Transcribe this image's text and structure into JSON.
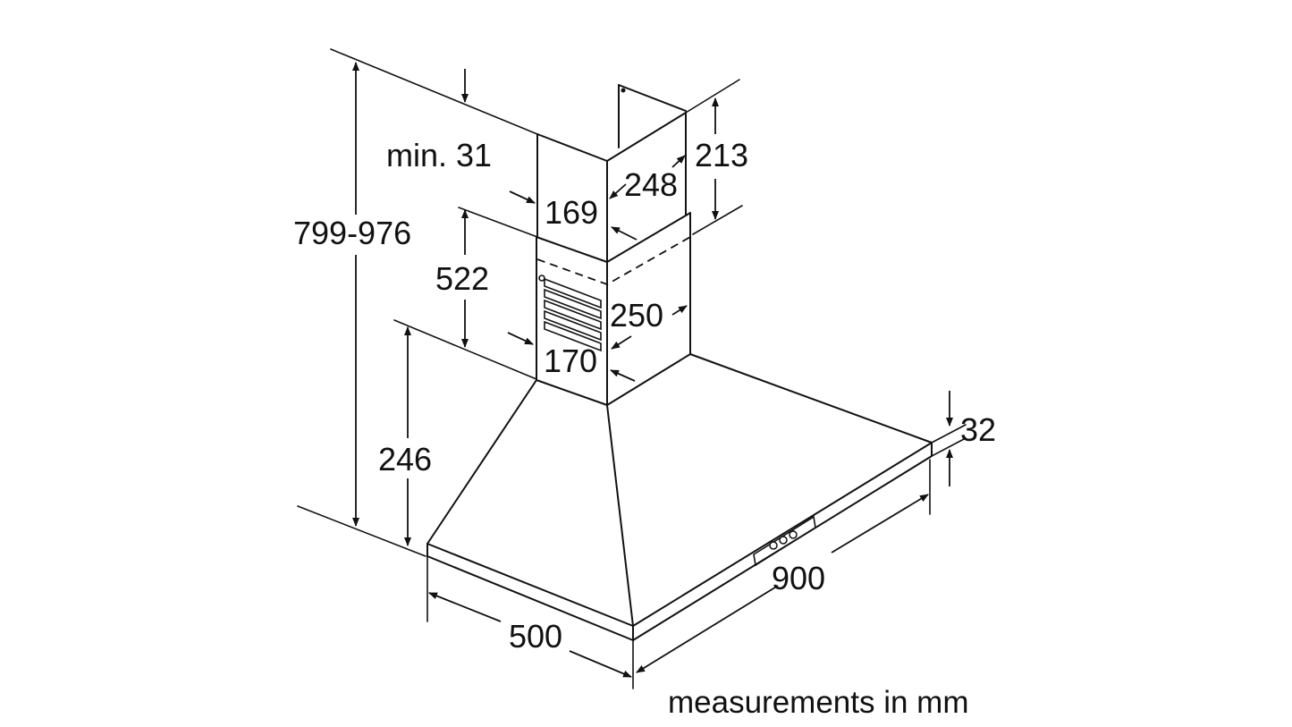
{
  "diagram": {
    "labels": {
      "min_31": "min. 31",
      "h_799_976": "799-976",
      "d_169": "169",
      "d_248": "248",
      "d_213": "213",
      "d_522": "522",
      "d_250": "250",
      "d_170": "170",
      "d_246": "246",
      "d_32": "32",
      "d_900": "900",
      "d_500": "500"
    },
    "note": "measurements in mm"
  }
}
